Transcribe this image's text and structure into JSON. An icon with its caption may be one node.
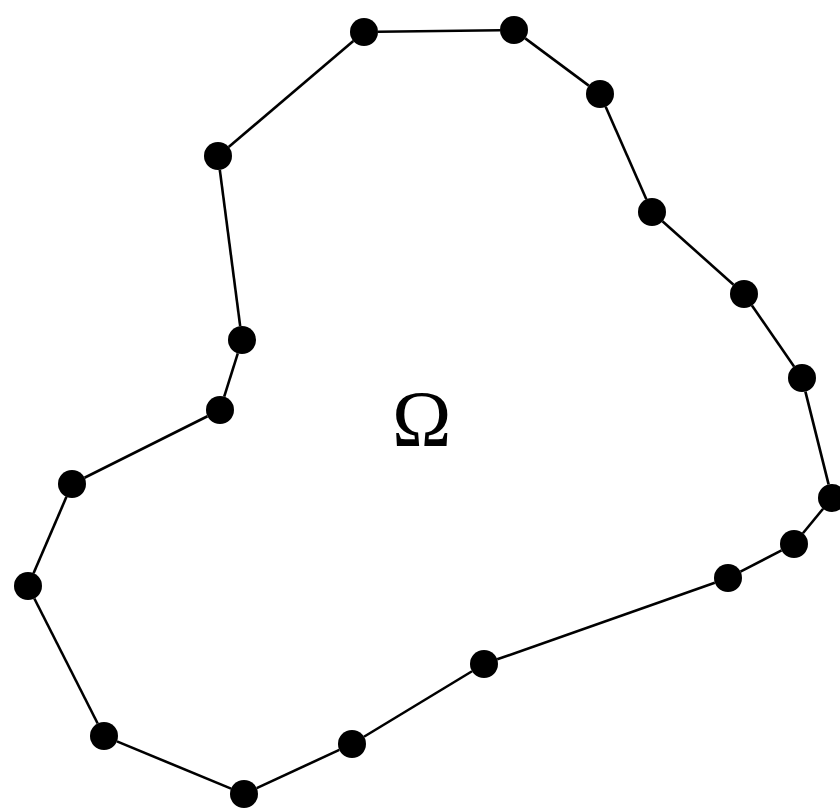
{
  "diagram": {
    "nodes": [
      {
        "text": [],
        "shape": "circle"
      },
      {
        "text": [],
        "shape": "circle"
      },
      {
        "text": [],
        "shape": "circle"
      },
      {
        "text": [],
        "shape": "circle"
      },
      {
        "text": [],
        "shape": "circle"
      },
      {
        "text": [],
        "shape": "circle"
      },
      {
        "text": [],
        "shape": "circle"
      },
      {
        "text": [],
        "shape": "circle"
      },
      {
        "text": [],
        "shape": "circle"
      },
      {
        "text": [],
        "shape": "circle"
      },
      {
        "text": [],
        "shape": "circle"
      },
      {
        "text": [],
        "shape": "circle"
      },
      {
        "text": [],
        "shape": "circle"
      },
      {
        "text": [],
        "shape": "circle"
      },
      {
        "text": [],
        "shape": "circle"
      },
      {
        "text": [],
        "shape": "circle"
      },
      {
        "text": [],
        "shape": "circle"
      },
      {
        "text": [],
        "shape": "circle"
      }
    ],
    "edges": [
      {
        "from": 0,
        "to": 1,
        "arrow": "none"
      },
      {
        "from": 1,
        "to": 2,
        "arrow": "none"
      },
      {
        "from": 2,
        "to": 3,
        "arrow": "none"
      },
      {
        "from": 3,
        "to": 4,
        "arrow": "none"
      },
      {
        "from": 4,
        "to": 5,
        "arrow": "none"
      },
      {
        "from": 5,
        "to": 6,
        "arrow": "none"
      },
      {
        "from": 6,
        "to": 7,
        "arrow": "none"
      },
      {
        "from": 7,
        "to": 8,
        "arrow": "none"
      },
      {
        "from": 8,
        "to": 9,
        "arrow": "none"
      },
      {
        "from": 9,
        "to": 10,
        "arrow": "none"
      },
      {
        "from": 10,
        "to": 11,
        "arrow": "none"
      },
      {
        "from": 11,
        "to": 12,
        "arrow": "none"
      },
      {
        "from": 12,
        "to": 13,
        "arrow": "none"
      },
      {
        "from": 13,
        "to": 14,
        "arrow": "none"
      },
      {
        "from": 14,
        "to": 15,
        "arrow": "none"
      },
      {
        "from": 15,
        "to": 16,
        "arrow": "none"
      },
      {
        "from": 16,
        "to": 17,
        "arrow": "none"
      },
      {
        "from": 17,
        "to": 0,
        "arrow": "none"
      }
    ],
    "labels": [
      "Ω"
    ]
  }
}
